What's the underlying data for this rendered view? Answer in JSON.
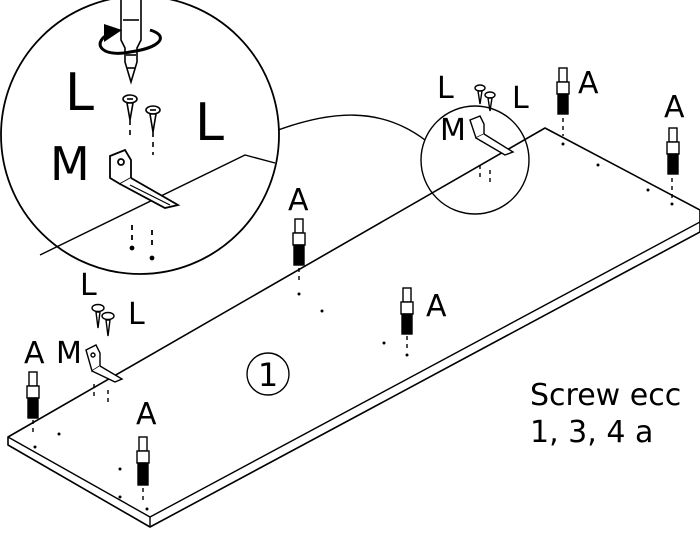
{
  "labels": {
    "dowel": "A",
    "screw": "L",
    "bracket": "M"
  },
  "step_number": "1",
  "instruction": {
    "line1": "Screw ecc",
    "line2": "1, 3, 4 a"
  }
}
